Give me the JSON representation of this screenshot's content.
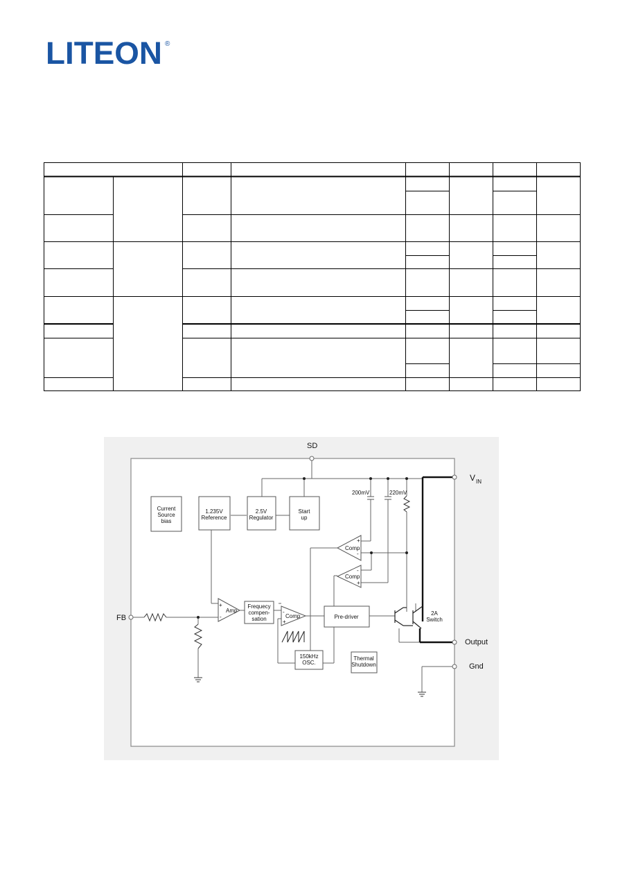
{
  "logo": {
    "text": "LITEON",
    "registered_mark": "®",
    "color": "#1a55a3"
  },
  "table": {
    "header_columns": 7,
    "row_count": 12
  },
  "diagram": {
    "pins": {
      "sd": "SD",
      "vin_main": "V",
      "vin_sub": "IN",
      "fb": "FB",
      "output": "Output",
      "gnd": "Gnd"
    },
    "blocks": {
      "current_source": [
        "Current",
        "Source",
        "bias"
      ],
      "reference": [
        "1.235V",
        "Reference"
      ],
      "regulator": [
        "2.5V",
        "Regulator"
      ],
      "startup": [
        "Start",
        "up"
      ],
      "freq_comp": [
        "Frequecy",
        "compen-",
        "sation"
      ],
      "predriver": "Pre-driver",
      "oscillator": [
        "150kHz",
        "OSC."
      ],
      "thermal": [
        "Thermal",
        "Shutdown"
      ],
      "switch": [
        "2A",
        "Switch"
      ]
    },
    "amplifiers": {
      "error_amp": "Amp",
      "comp_pwm": "Comp",
      "comp_upper": "Comp",
      "comp_lower": "Comp"
    },
    "voltages": {
      "v200": "200mV",
      "v220": "220mV"
    },
    "signs": {
      "plus": "+",
      "minus": "-"
    }
  }
}
